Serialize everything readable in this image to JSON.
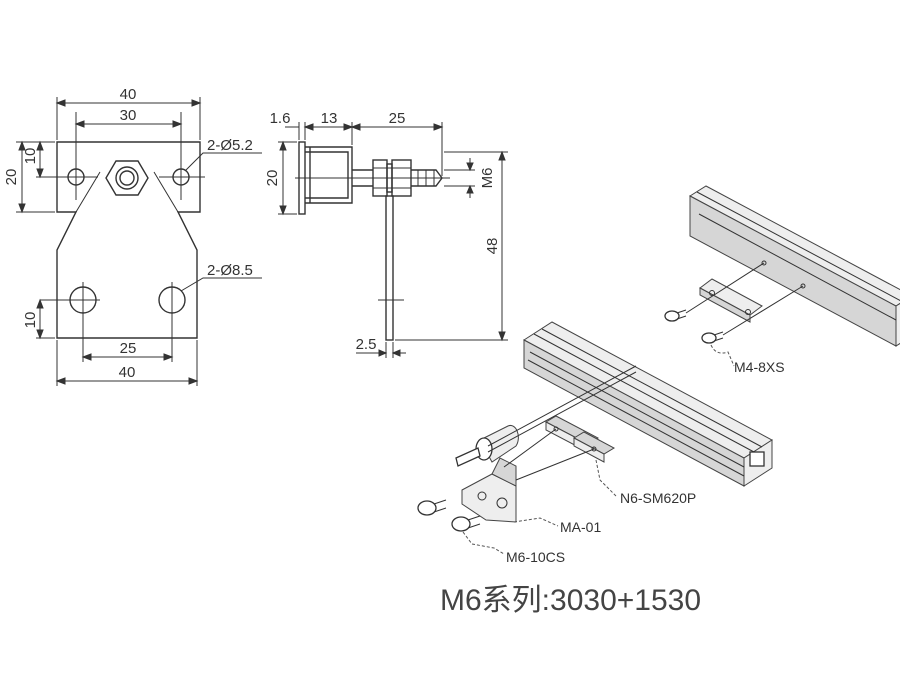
{
  "front_view": {
    "dim_top_width": "40",
    "dim_hole_spacing_top": "30",
    "dim_height_top": "20",
    "dim_hole_offset_top": "10",
    "dim_small_holes": "2-Ø5.2",
    "dim_large_holes": "2-Ø8.5",
    "dim_hole_offset_bottom": "10",
    "dim_hole_spacing_bottom": "25",
    "dim_bottom_width": "40"
  },
  "side_view": {
    "dim_plate": "1.6",
    "dim_body": "13",
    "dim_stud": "25",
    "dim_height": "20",
    "dim_thread": "M6",
    "dim_total_height": "48",
    "dim_thickness": "2.5"
  },
  "parts": {
    "screw_small": "M4-8XS",
    "nut": "N6-SM620P",
    "bracket": "MA-01",
    "screw_large": "M6-10CS"
  },
  "caption": "M6系列:3030+1530"
}
